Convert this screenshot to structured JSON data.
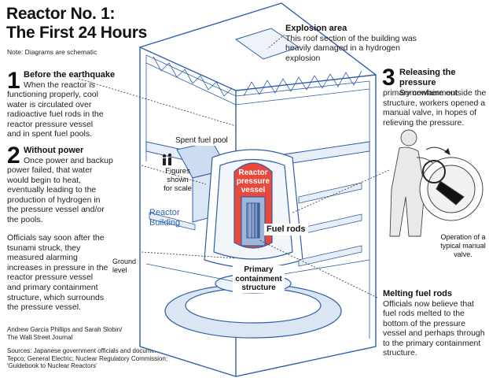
{
  "header": {
    "title_line1": "Reactor No. 1:",
    "title_line2": "The First 24 Hours",
    "note": "Note: Diagrams are schematic"
  },
  "steps": [
    {
      "num": "1",
      "head": "Before the earthquake",
      "lines": [
        "When the reactor is",
        "functioning properly, cool",
        "water is circulated over",
        "radioactive fuel rods in the",
        "reactor pressure vessel",
        "and in spent fuel pools."
      ]
    },
    {
      "num": "2",
      "head": "Without power",
      "lines": [
        "Once power and backup",
        "power failed, that water",
        "would begin to heat,",
        "eventually leading to the",
        "production of hydrogen in",
        "the pressure vessel and/or",
        "the pools."
      ]
    },
    {
      "num": "3",
      "head": "Releasing the pressure",
      "lines": [
        "Somewhere outside the",
        "primary containment",
        "structure, workers opened a",
        "manual valve, in hopes of",
        "relieving the pressure."
      ]
    }
  ],
  "officials": [
    "Officials say soon after the",
    "tsunami struck, they",
    "measured alarming",
    "increases in pressure in the",
    "reactor pressure vessel",
    "and primary containment",
    "structure, which surrounds",
    "the pressure vessel."
  ],
  "credits": {
    "authors": [
      "Andrew Garcia Phillips and Sarah Slobin/",
      "The Wall Street Journal"
    ],
    "sources": [
      "Sources: Japanese government officials and documents;",
      "Tepco; General Electric; Nuclear Regulatory Commission;",
      "'Guidebook to Nuclear Reactors'"
    ]
  },
  "explosion": {
    "head": "Explosion area",
    "lines": [
      "This roof section of the building was",
      "heavily damaged in a hydrogen explosion"
    ]
  },
  "melting": {
    "head": "Melting fuel rods",
    "lines": [
      "Officials now believe that",
      "fuel rods melted to the",
      "bottom of the pressure",
      "vessel and perhaps through",
      "to the primary containment",
      "structure."
    ]
  },
  "labels": {
    "spent_fuel_pool": "Spent fuel pool",
    "figures": [
      "Figures",
      "shown",
      "for scale"
    ],
    "reactor_building": [
      "Reactor",
      "Building"
    ],
    "ground_level": [
      "Ground",
      "level"
    ],
    "pressure_vessel": [
      "Reactor",
      "pressure",
      "vessel"
    ],
    "fuel_rods": "Fuel rods",
    "containment": [
      "Primary",
      "containment",
      "structure"
    ],
    "valve": [
      "Operation of a",
      "typical manual",
      "valve."
    ]
  },
  "colors": {
    "blue_line": "#2f5fa8",
    "light_blue": "#dbe6f4",
    "vessel_red": "#e8493b",
    "text": "#111111"
  }
}
